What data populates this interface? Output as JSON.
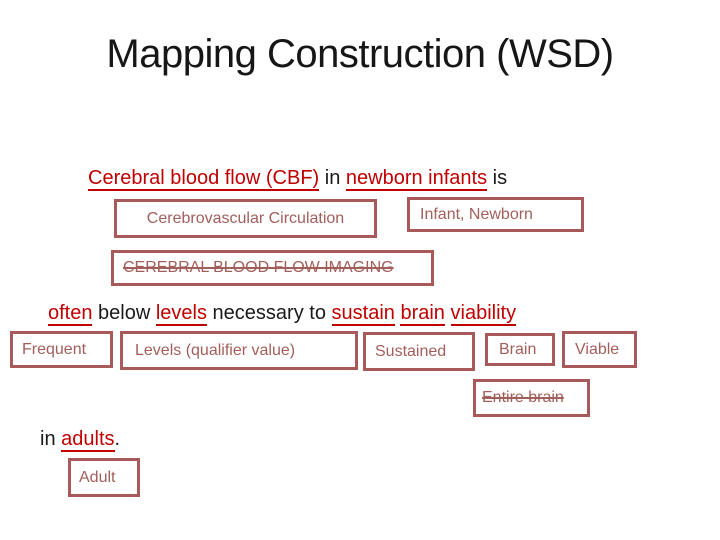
{
  "title": "Mapping Construction (WSD)",
  "colors": {
    "highlight_red": "#c00000",
    "box_border_red": "#a85a5a",
    "box_text_red": "#a25e5a",
    "body_text": "#1a1a1a",
    "background": "#ffffff"
  },
  "sentence": {
    "line1": {
      "segments": [
        {
          "text": "Cerebral blood flow (CBF)",
          "highlight": true
        },
        {
          "text": " in ",
          "highlight": false
        },
        {
          "text": "newborn infants",
          "highlight": true
        },
        {
          "text": " is",
          "highlight": false
        }
      ]
    },
    "line2": {
      "segments": [
        {
          "text": "often",
          "highlight": true
        },
        {
          "text": " below ",
          "highlight": false
        },
        {
          "text": "levels",
          "highlight": true
        },
        {
          "text": " necessary to ",
          "highlight": false
        },
        {
          "text": "sustain",
          "highlight": true
        },
        {
          "text": " ",
          "highlight": false
        },
        {
          "text": "brain",
          "highlight": true
        },
        {
          "text": " ",
          "highlight": false
        },
        {
          "text": "viability",
          "highlight": true
        }
      ]
    },
    "line3": {
      "segments": [
        {
          "text": "in ",
          "highlight": false
        },
        {
          "text": "adults",
          "highlight": true
        },
        {
          "text": ".",
          "highlight": false
        }
      ]
    }
  },
  "mapping_boxes": {
    "cerebrovascular": {
      "label": "Cerebrovascular Circulation",
      "strikethrough": false
    },
    "infant_newborn": {
      "label": "Infant, Newborn",
      "strikethrough": false
    },
    "cbf_imaging": {
      "label": "CEREBRAL BLOOD FLOW IMAGING",
      "strikethrough": true
    },
    "frequent": {
      "label": "Frequent",
      "strikethrough": false
    },
    "levels": {
      "label": "Levels (qualifier value)",
      "strikethrough": false
    },
    "sustained": {
      "label": "Sustained",
      "strikethrough": false
    },
    "brain": {
      "label": "Brain",
      "strikethrough": false
    },
    "viable": {
      "label": "Viable",
      "strikethrough": false
    },
    "entire_brain": {
      "label": "Entire brain",
      "strikethrough": true
    },
    "adult": {
      "label": "Adult",
      "strikethrough": false
    }
  }
}
